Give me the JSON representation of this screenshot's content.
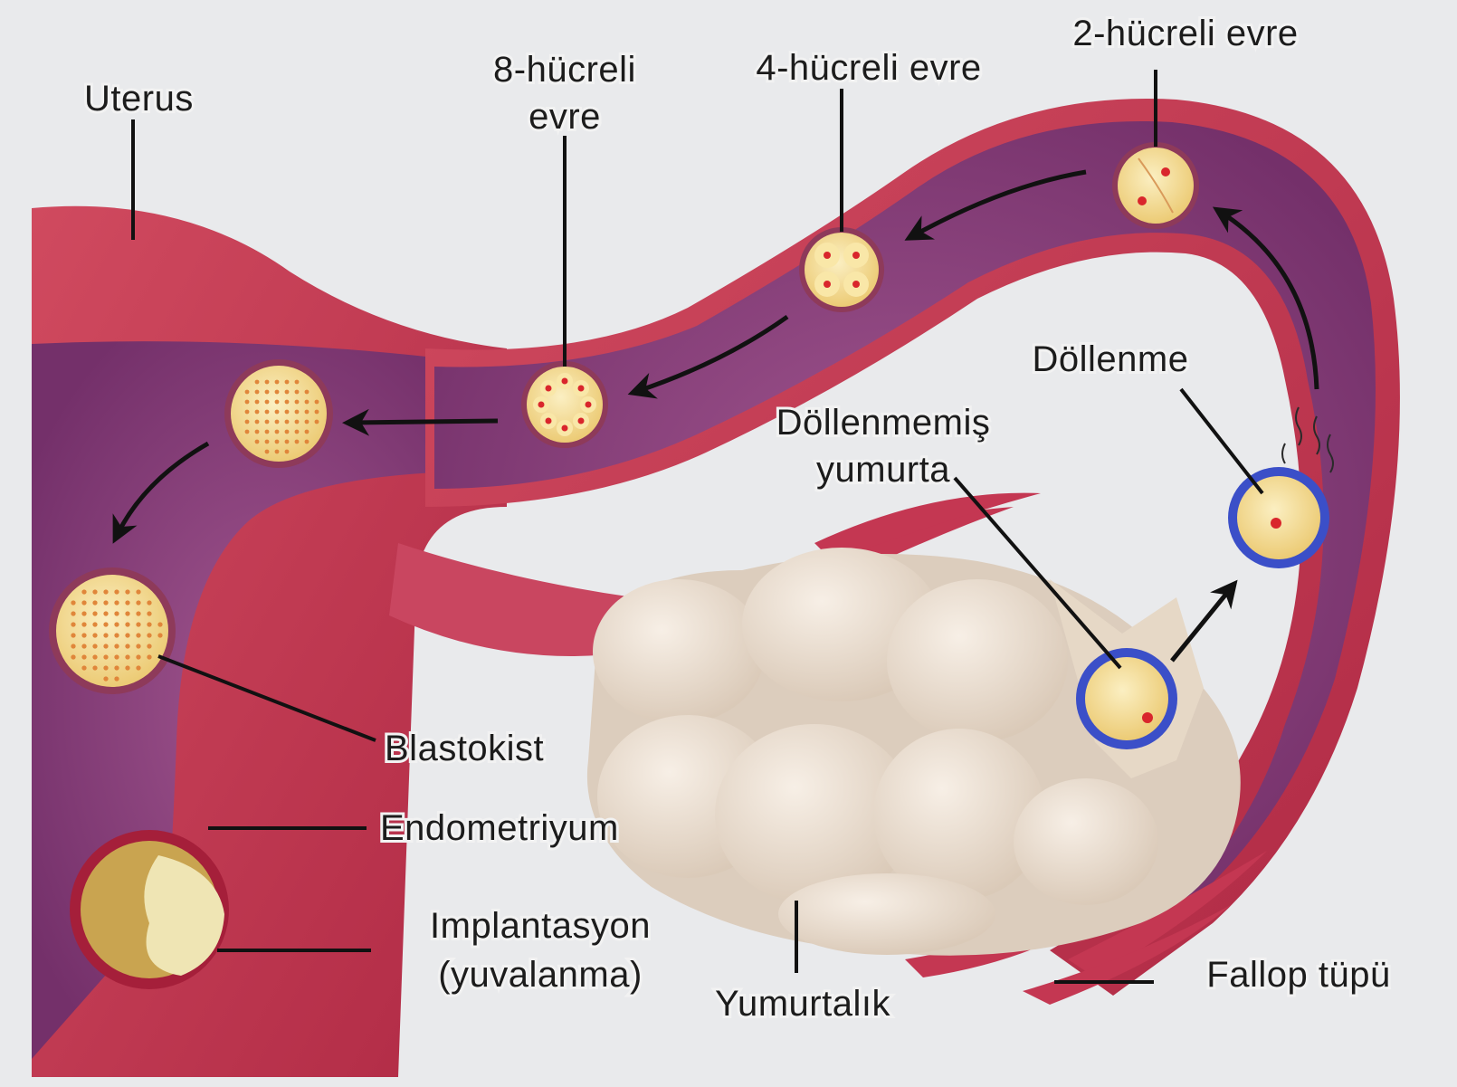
{
  "labels": {
    "uterus": "Uterus",
    "cell8_line1": "8-hücreli",
    "cell8_line2": "evre",
    "cell4": "4-hücreli evre",
    "cell2": "2-hücreli evre",
    "dollenme": "Döllenme",
    "unfert_line1": "Döllenmemiş",
    "unfert_line2": "yumurta",
    "blastokist": "Blastokist",
    "endometriyum": "Endometriyum",
    "implant_line1": "Implantasyon",
    "implant_line2": "(yuvalanma)",
    "yumurtalik": "Yumurtalık",
    "fallop": "Fallop tüpü"
  },
  "colors": {
    "background": "#e9eaec",
    "tissue": "#c2364e",
    "tissue_dark": "#a51f3a",
    "lumen": "#8b3f7a",
    "ovary": "#e9ddd0",
    "cell_yolk": "#f6e2a2",
    "nucleus": "#d9262c",
    "corona": "#3b4fc8"
  }
}
